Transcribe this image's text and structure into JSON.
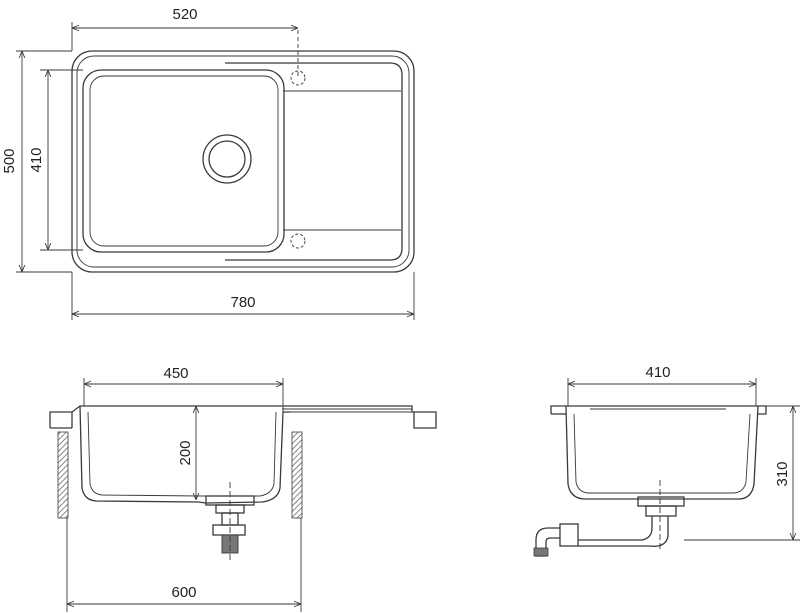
{
  "top_view": {
    "dim_bowl_width": "520",
    "dim_bowl_length": "410",
    "dim_overall_depth": "500",
    "dim_overall_width": "780"
  },
  "front_section": {
    "dim_bowl_width": "450",
    "dim_bowl_depth": "200",
    "dim_cabinet_width": "600"
  },
  "side_section": {
    "dim_bowl_width": "410",
    "dim_overall_height": "310"
  }
}
